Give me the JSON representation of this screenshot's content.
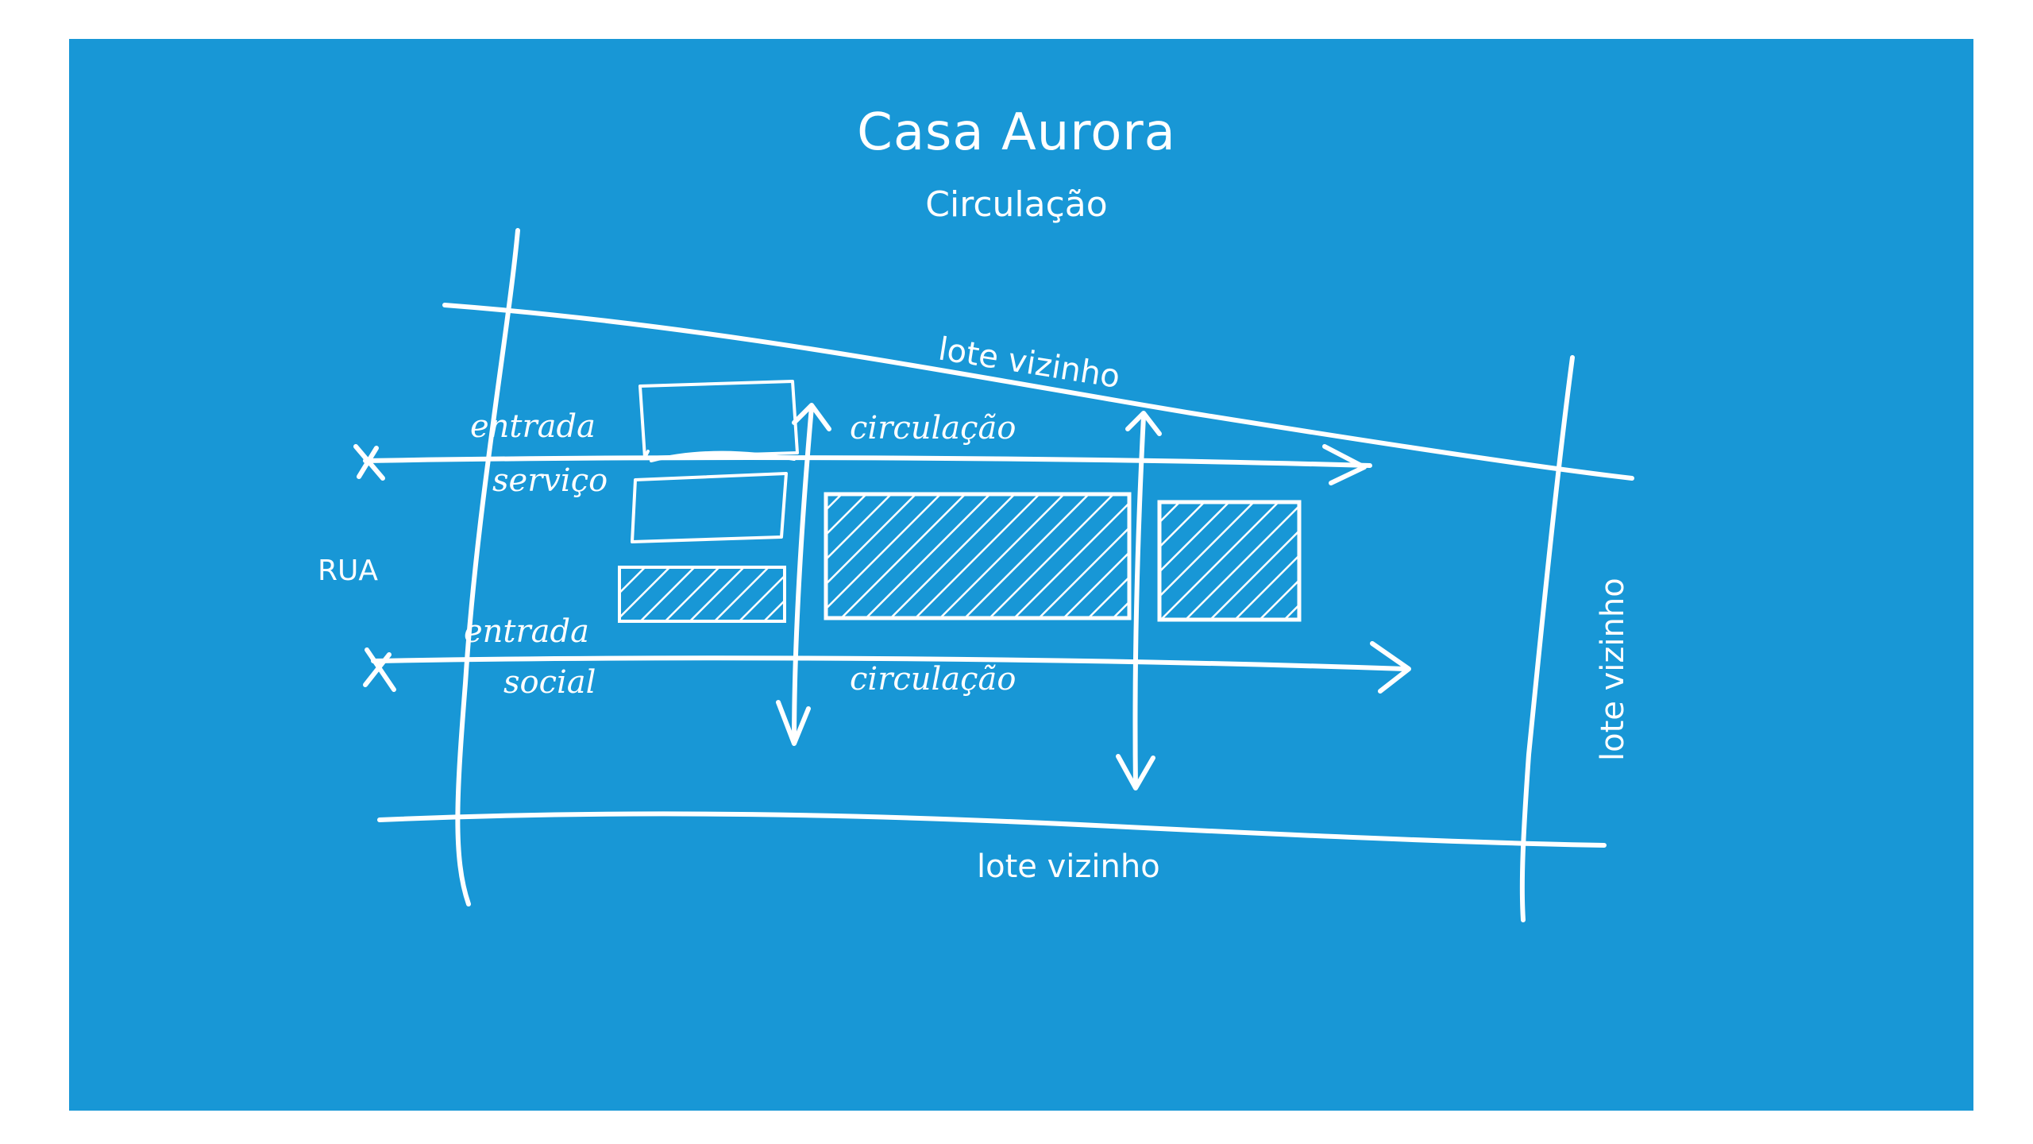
{
  "diagram": {
    "title": "Casa Aurora",
    "subtitle": "Circulação",
    "labels": {
      "street": "RUA",
      "neighbor_top": "lote vizinho",
      "neighbor_right": "lote vizinho",
      "neighbor_bottom": "lote vizinho",
      "service_entry_line1": "entrada",
      "service_entry_line2": "serviço",
      "social_entry_line1": "entrada",
      "social_entry_line2": "social",
      "circulation_top": "circulação",
      "circulation_bottom": "circulação"
    },
    "colors": {
      "background": "#1897d6",
      "ink": "#ffffff",
      "page": "#ffffff"
    }
  }
}
